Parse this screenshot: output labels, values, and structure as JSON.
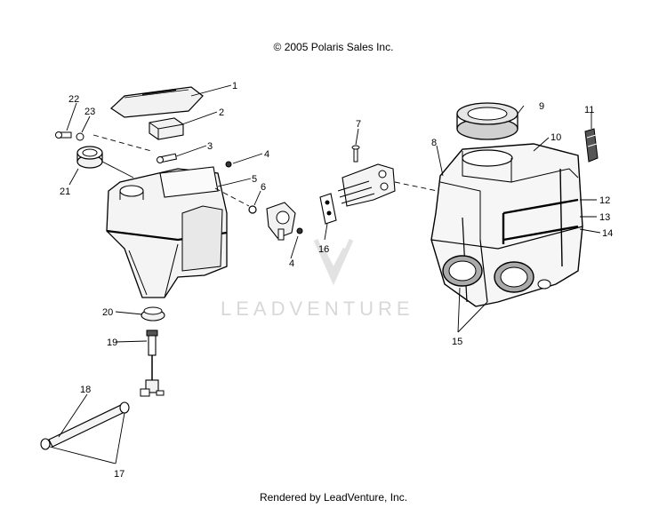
{
  "header": {
    "copyright": "© 2005 Polaris Sales Inc."
  },
  "footer": {
    "rendered_by": "Rendered by LeadVenture, Inc."
  },
  "watermark": {
    "text": "LEADVENTURE",
    "color": "#d8d8d8"
  },
  "callouts": [
    "1",
    "2",
    "3",
    "4",
    "5",
    "6",
    "7",
    "8",
    "9",
    "10",
    "11",
    "12",
    "13",
    "14",
    "15",
    "16",
    "17",
    "18",
    "19",
    "20",
    "21",
    "22",
    "23",
    "4"
  ],
  "colors": {
    "line": "#000000",
    "fill_light": "#f2f2f2",
    "fill_mid": "#cfcfcf",
    "fill_dark": "#555555"
  }
}
